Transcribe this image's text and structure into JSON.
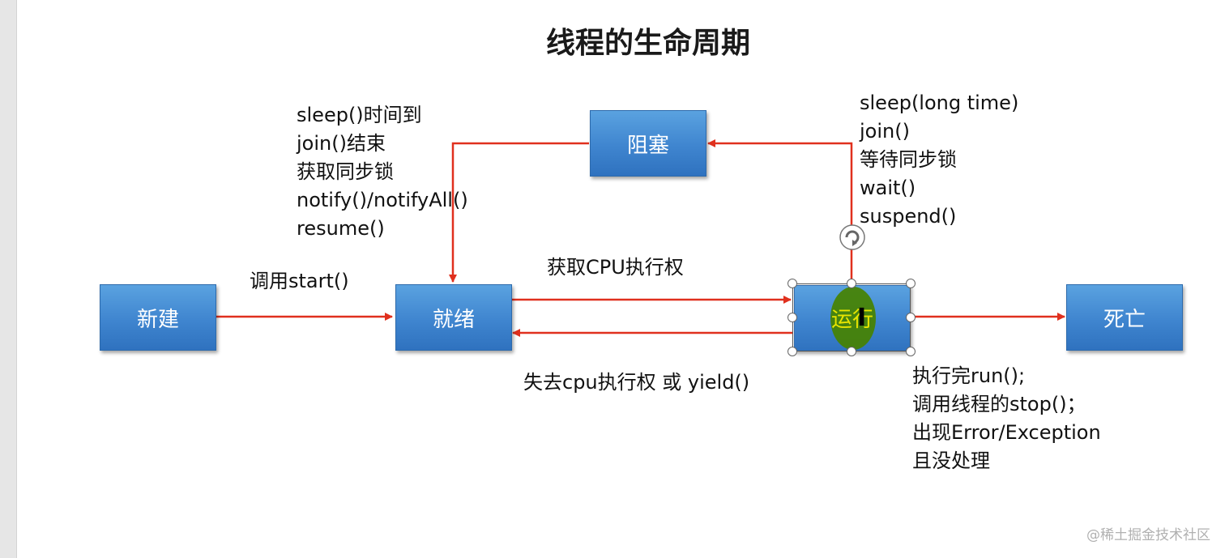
{
  "title": "线程的生命周期",
  "states": {
    "new": "新建",
    "ready": "就绪",
    "running": "运行",
    "blocked": "阻塞",
    "dead": "死亡"
  },
  "labels": {
    "start": "调用start()",
    "get_cpu": "获取CPU执行权",
    "lose_cpu": "失去cpu执行权 或 yield()",
    "to_ready": [
      "sleep()时间到",
      "join()结束",
      "获取同步锁",
      "notify()/notifyAll()",
      "resume()"
    ],
    "to_blocked": [
      "sleep(long time)",
      "join()",
      "等待同步锁",
      "wait()",
      "suspend()"
    ],
    "to_dead": [
      "执行完run();",
      "调用线程的stop()；",
      "出现Error/Exception",
      "且没处理"
    ]
  },
  "colors": {
    "arrow": "#e0301e",
    "box": "#3f85cf",
    "cursor": "#468200"
  },
  "watermark": "@稀土掘金技术社区"
}
